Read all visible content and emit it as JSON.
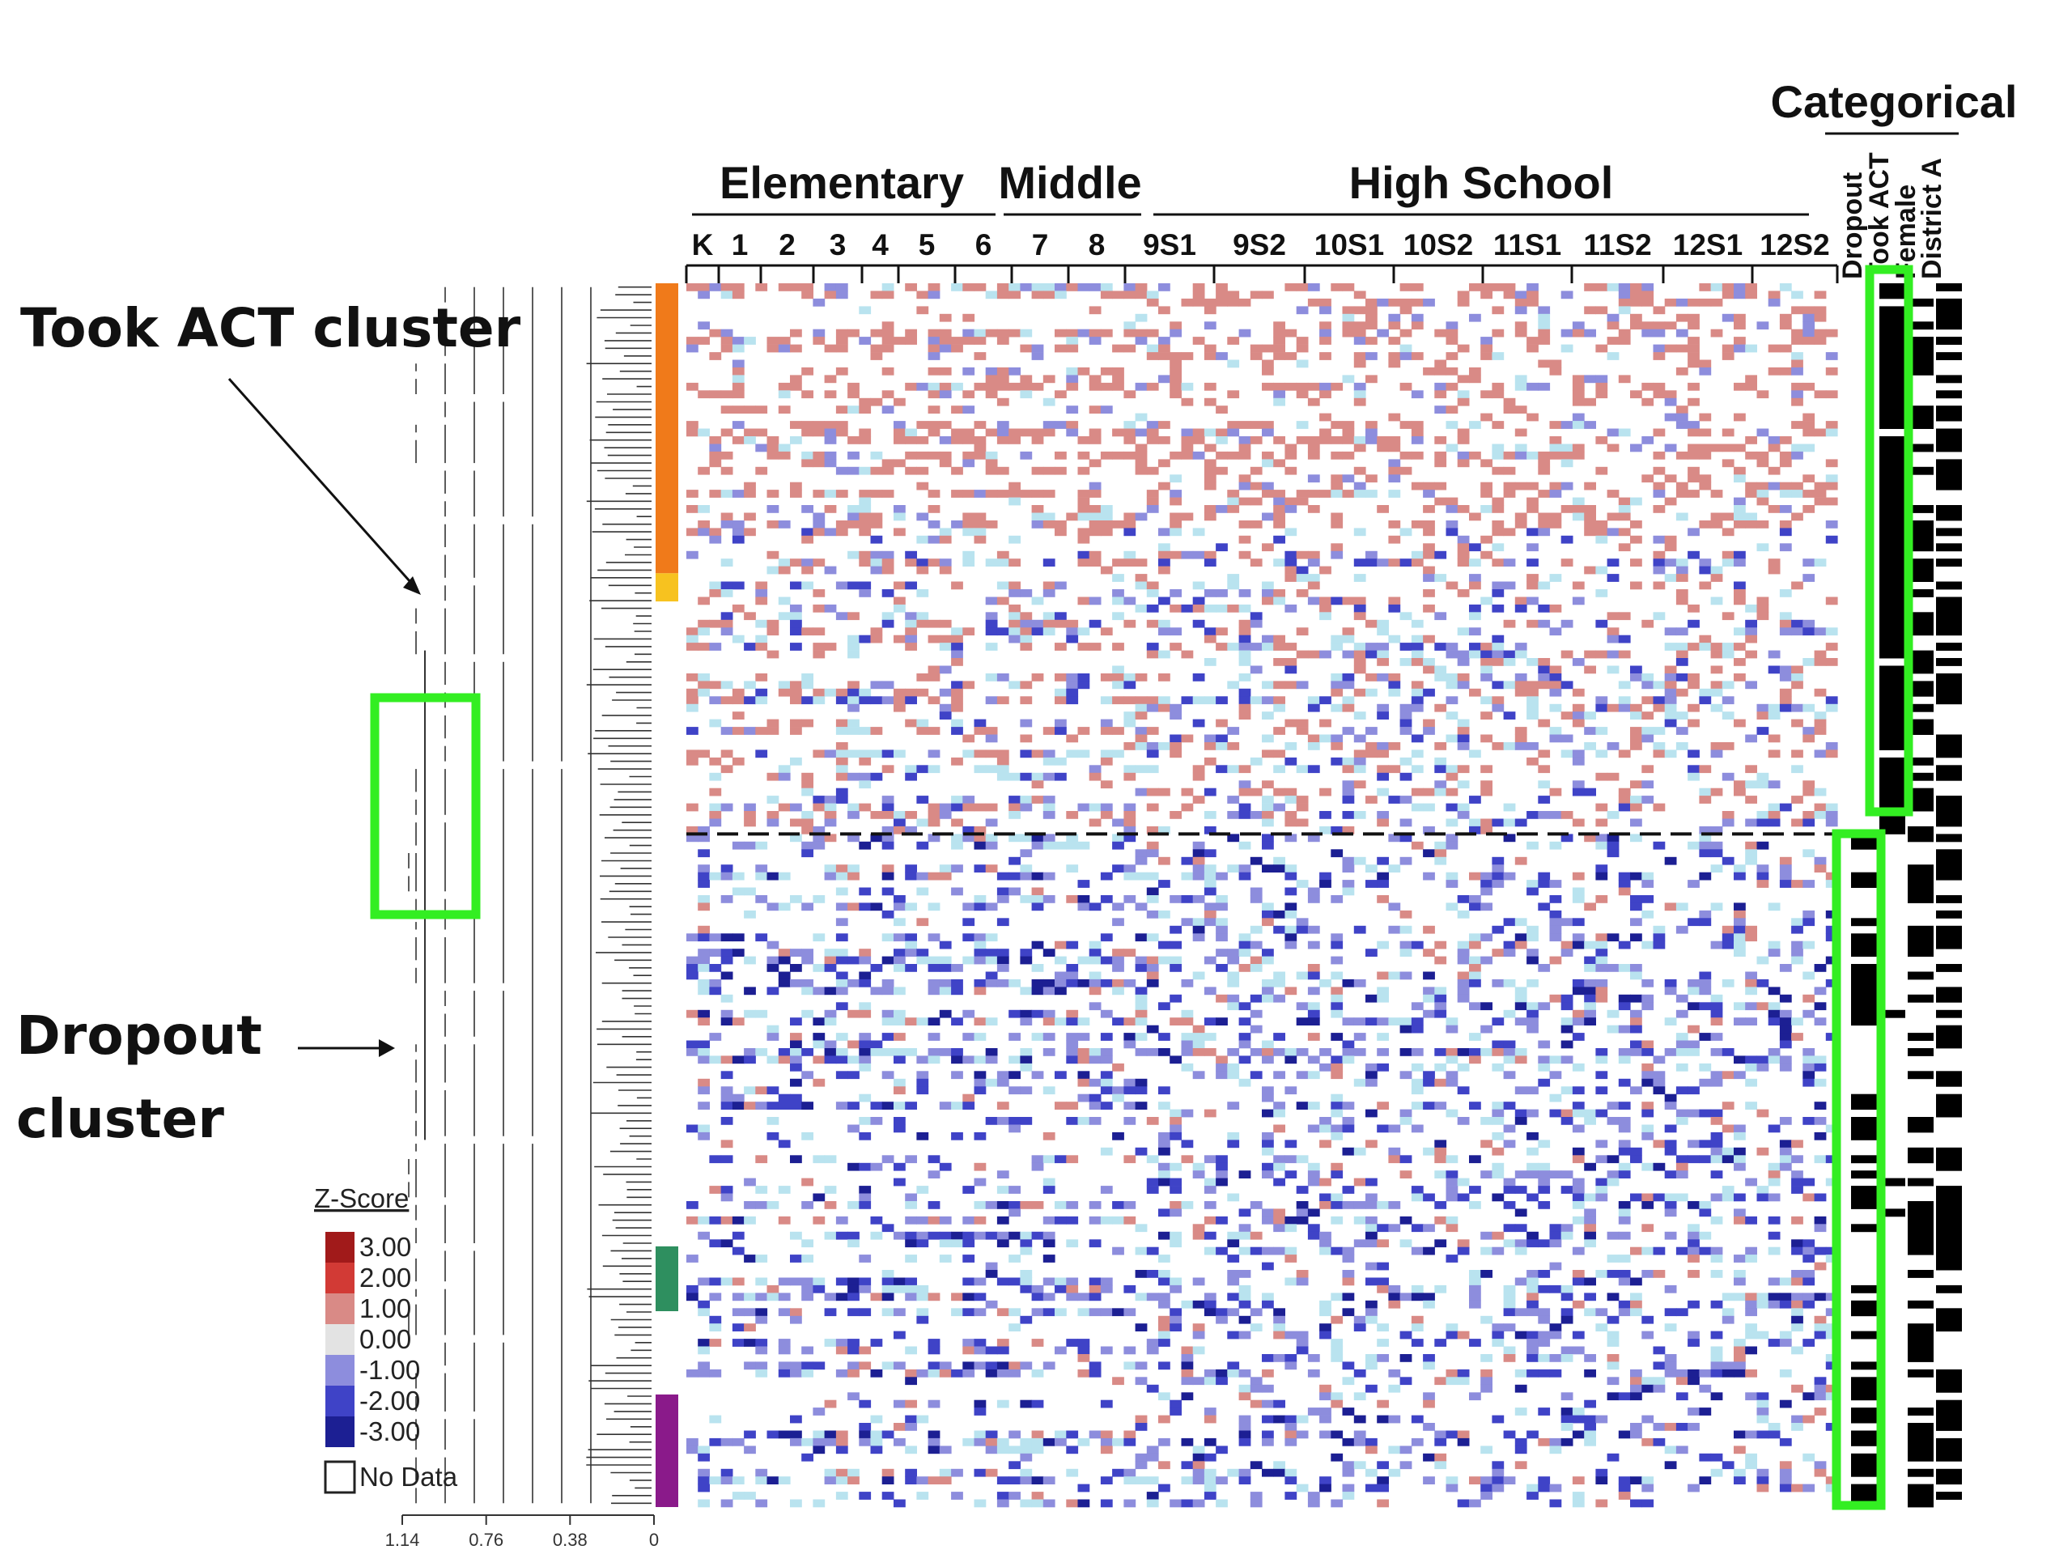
{
  "chart_data": {
    "type": "heatmap",
    "title": "",
    "group_headers": [
      "Elementary",
      "Middle",
      "High School"
    ],
    "group_column_spans": [
      [
        0,
        6
      ],
      [
        7,
        8
      ],
      [
        9,
        16
      ]
    ],
    "column_labels": [
      "K",
      "1",
      "2",
      "3",
      "4",
      "5",
      "6",
      "7",
      "8",
      "9S1",
      "9S2",
      "10S1",
      "10S2",
      "11S1",
      "11S2",
      "12S1",
      "12S2"
    ],
    "categorical_header": "Categorical",
    "categorical_labels": [
      "Dropout",
      "Took ACT",
      "Female",
      "District A"
    ],
    "annotations": {
      "took_act_cluster": "Took ACT cluster",
      "dropout_line1": "Dropout",
      "dropout_line2": "cluster"
    },
    "legend": {
      "title": "Z-Score",
      "entries": [
        {
          "label": "3.00",
          "color": "#a11a1a"
        },
        {
          "label": "2.00",
          "color": "#d23a35"
        },
        {
          "label": "1.00",
          "color": "#d98a86"
        },
        {
          "label": "0.00",
          "color": "#e3e3e3"
        },
        {
          "label": "-1.00",
          "color": "#8d8ddd"
        },
        {
          "label": "-2.00",
          "color": "#3f43c7"
        },
        {
          "label": "-3.00",
          "color": "#1c1f93"
        }
      ],
      "no_data_label": "No Data"
    },
    "dendrogram_axis": {
      "ticks": [
        "1.14",
        "0.76",
        "0.38",
        "0"
      ],
      "values": [
        1.14,
        0.76,
        0.38,
        0
      ]
    },
    "cluster_colors": [
      {
        "color": "#f07a1a",
        "from": 0.0,
        "to": 0.237
      },
      {
        "color": "#f7c21f",
        "from": 0.237,
        "to": 0.26
      },
      {
        "color": "#2e8f5f",
        "from": 0.787,
        "to": 0.84
      },
      {
        "color": "#8a1a8a",
        "from": 0.908,
        "to": 1.0
      }
    ],
    "cluster_split": 0.45,
    "highlight_color": "#33ee22",
    "arrow_color": "#111111"
  }
}
